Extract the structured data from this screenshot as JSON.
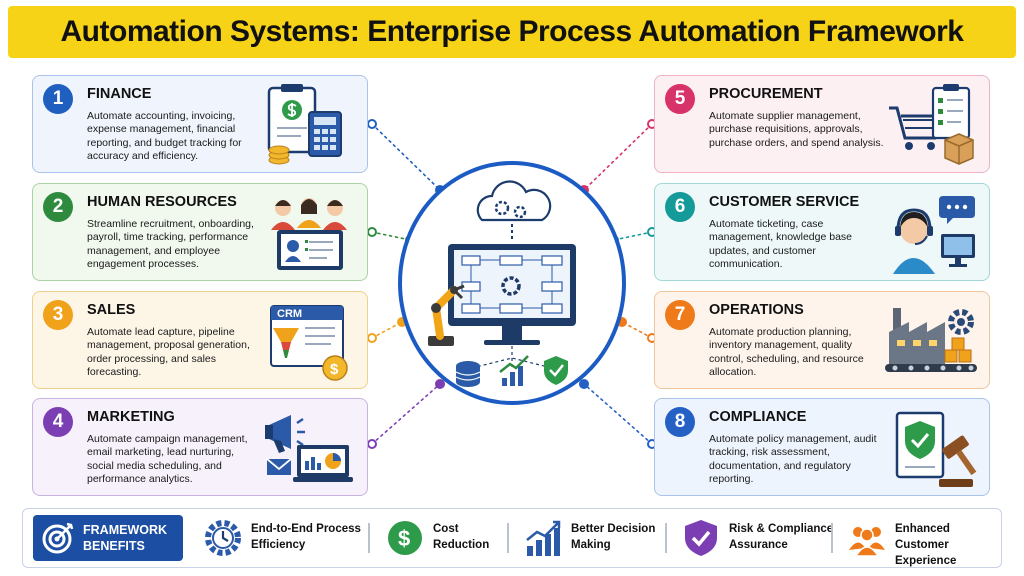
{
  "title": "Automation Systems: Enterprise Process Automation Framework",
  "colors": {
    "title_bg": "#f7d318",
    "finance": "#1f5fbf",
    "hr": "#2e8b3e",
    "sales": "#f0a21a",
    "marketing": "#7b3fb3",
    "procurement": "#d8326b",
    "customer_service": "#159a9a",
    "operations": "#ef7a1a",
    "compliance": "#2560c4",
    "hub_ring": "#1c5bc4",
    "benefits_dark": "#1c4ea3"
  },
  "cards": [
    {
      "number": "1",
      "title": "FINANCE",
      "description": "Automate accounting, invoicing, expense management, financial reporting, and budget tracking for accuracy and efficiency.",
      "icon": "clipboard-calculator-coins-icon"
    },
    {
      "number": "2",
      "title": "HUMAN RESOURCES",
      "description": "Streamline recruitment, onboarding, payroll, time tracking, performance management, and employee engagement processes.",
      "icon": "people-profile-screen-icon"
    },
    {
      "number": "3",
      "title": "SALES",
      "description": "Automate lead capture, pipeline management, proposal generation, order processing, and sales forecasting.",
      "icon": "crm-funnel-icon",
      "icon_label": "CRM"
    },
    {
      "number": "4",
      "title": "MARKETING",
      "description": "Automate campaign management, email marketing, lead nurturing, social media scheduling, and performance analytics.",
      "icon": "megaphone-email-laptop-icon"
    },
    {
      "number": "5",
      "title": "PROCUREMENT",
      "description": "Automate supplier management, purchase requisitions, approvals, purchase orders, and spend analysis.",
      "icon": "cart-checklist-box-icon"
    },
    {
      "number": "6",
      "title": "CUSTOMER SERVICE",
      "description": "Automate ticketing, case management, knowledge base updates, and customer communication.",
      "icon": "support-agent-icon"
    },
    {
      "number": "7",
      "title": "OPERATIONS",
      "description": "Automate production planning, inventory management, quality control, scheduling, and resource allocation.",
      "icon": "factory-conveyor-icon"
    },
    {
      "number": "8",
      "title": "COMPLIANCE",
      "description": "Automate policy management, audit tracking, risk assessment, documentation, and regulatory reporting.",
      "icon": "shield-gavel-icon"
    }
  ],
  "hub": {
    "icon": "automation-hub-icon"
  },
  "benefits": {
    "label": "FRAMEWORK BENEFITS",
    "label_icon": "target-icon",
    "items": [
      {
        "label": "End-to-End Process Efficiency",
        "icon": "gear-clock-icon"
      },
      {
        "label": "Cost Reduction",
        "icon": "dollar-icon"
      },
      {
        "label": "Better Decision Making",
        "icon": "chart-up-icon"
      },
      {
        "label": "Risk & Compliance Assurance",
        "icon": "shield-check-icon"
      },
      {
        "label": "Enhanced Customer Experience",
        "icon": "people-icon"
      }
    ]
  }
}
